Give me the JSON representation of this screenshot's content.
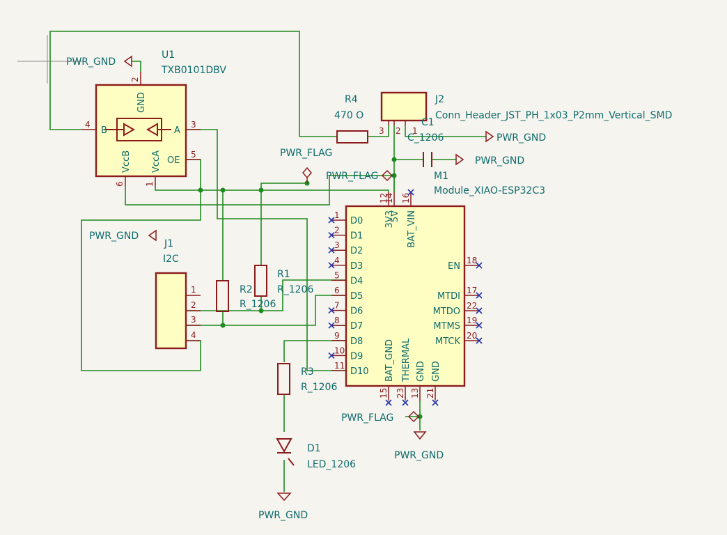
{
  "power": {
    "gnd": "PWR_GND",
    "flag": "PWR_FLAG"
  },
  "u1": {
    "ref": "U1",
    "value": "TXB0101DBV",
    "pins": {
      "gnd": "GND",
      "b": "B",
      "a": "A",
      "vccb": "VccB",
      "vcca": "VccA",
      "oe": "OE"
    },
    "pin_numbers": {
      "gnd": "2",
      "b": "4",
      "a": "3",
      "oe": "5",
      "vccb": "6",
      "vcca": "1"
    }
  },
  "r4": {
    "ref": "R4",
    "value": "470 O"
  },
  "j2": {
    "ref": "J2",
    "value": "Conn_Header_JST_PH_1x03_P2mm_Vertical_SMD",
    "pin_numbers": [
      "3",
      "2",
      "1"
    ]
  },
  "c1": {
    "ref": "C1",
    "value": "C_1206"
  },
  "m1": {
    "ref": "M1",
    "value": "Module_XIAO-ESP32C3",
    "top_pins": [
      {
        "num": "12",
        "name": "3V3"
      },
      {
        "num": "14",
        "name": "5V"
      },
      {
        "num": "16",
        "name": "BAT_VIN"
      }
    ],
    "left_pins": [
      {
        "num": "1",
        "name": "D0"
      },
      {
        "num": "2",
        "name": "D1"
      },
      {
        "num": "3",
        "name": "D2"
      },
      {
        "num": "4",
        "name": "D3"
      },
      {
        "num": "5",
        "name": "D4"
      },
      {
        "num": "6",
        "name": "D5"
      },
      {
        "num": "7",
        "name": "D6"
      },
      {
        "num": "8",
        "name": "D7"
      },
      {
        "num": "9",
        "name": "D8"
      },
      {
        "num": "10",
        "name": "D9"
      },
      {
        "num": "11",
        "name": "D10"
      }
    ],
    "right_pins": [
      {
        "num": "18",
        "name": "EN"
      },
      {
        "num": "17",
        "name": "MTDI"
      },
      {
        "num": "22",
        "name": "MTDO"
      },
      {
        "num": "19",
        "name": "MTMS"
      },
      {
        "num": "20",
        "name": "MTCK"
      }
    ],
    "bottom_pins": [
      {
        "num": "15",
        "name": "BAT_GND"
      },
      {
        "num": "23",
        "name": "THERMAL"
      },
      {
        "num": "13",
        "name": "GND"
      },
      {
        "num": "21",
        "name": "GND"
      }
    ]
  },
  "j1": {
    "ref": "J1",
    "value": "I2C",
    "pin_numbers": [
      "1",
      "2",
      "3",
      "4"
    ]
  },
  "r1": {
    "ref": "R1",
    "value": "R_1206"
  },
  "r2": {
    "ref": "R2",
    "value": "R_1206"
  },
  "r3": {
    "ref": "R3",
    "value": "R_1206"
  },
  "d1": {
    "ref": "D1",
    "value": "LED_1206"
  }
}
